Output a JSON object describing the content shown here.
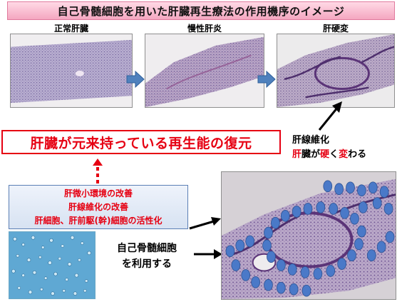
{
  "title": "自己骨髄細胞を用いた肝臓再生療法の作用機序のイメージ",
  "stages": [
    {
      "label": "正常肝臓",
      "icon": "normal-liver-histology"
    },
    {
      "label": "慢性肝炎",
      "icon": "chronic-hepatitis-histology"
    },
    {
      "label": "肝硬変",
      "icon": "cirrhosis-histology"
    }
  ],
  "claim": "肝臓が元来持っている再生能の復元",
  "fibrosis": {
    "line1": "肝線維化",
    "line2_a": "肝",
    "line2_b": "臓が",
    "line2_c": "硬",
    "line2_d": "く",
    "line2_e": "変",
    "line2_f": "わる"
  },
  "mechanisms": [
    "肝微小環境の改善",
    "肝線維化の改善",
    "肝細胞、肝前駆(幹)細胞の活性化"
  ],
  "bone_marrow": {
    "line1": "自己骨髄細胞",
    "line2": "を利用する"
  },
  "colors": {
    "accent_red": "#e60012",
    "arrow_blue": "#4f81bd",
    "title_pink": "#f4a7c0",
    "cell_blue": "#4a79c8"
  }
}
